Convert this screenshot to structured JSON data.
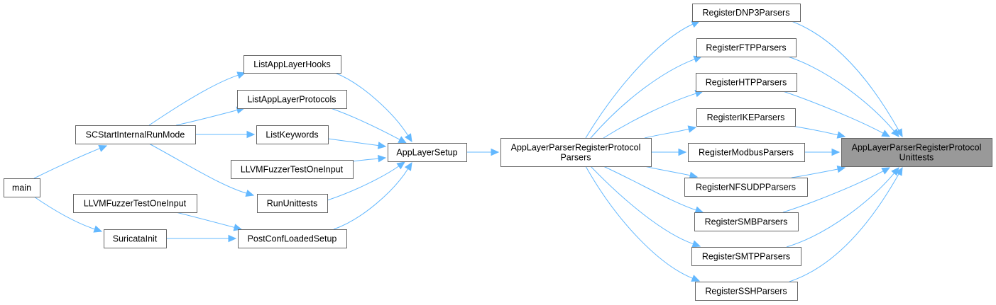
{
  "graph": {
    "title": "Caller graph",
    "edge_color": "#63b8ff",
    "node_border_color": "#666666",
    "target_fill_color": "#999999",
    "nodes": [
      {
        "id": "main",
        "lines": [
          "main"
        ]
      },
      {
        "id": "SCStartInternalRunMode",
        "lines": [
          "SCStartInternalRunMode"
        ]
      },
      {
        "id": "LLVMFuzzerTestOneInput_1",
        "lines": [
          "LLVMFuzzerTestOneInput"
        ]
      },
      {
        "id": "SuricataInit",
        "lines": [
          "SuricataInit"
        ]
      },
      {
        "id": "ListAppLayerHooks",
        "lines": [
          "ListAppLayerHooks"
        ]
      },
      {
        "id": "ListAppLayerProtocols",
        "lines": [
          "ListAppLayerProtocols"
        ]
      },
      {
        "id": "ListKeywords",
        "lines": [
          "ListKeywords"
        ]
      },
      {
        "id": "LLVMFuzzerTestOneInput_2",
        "lines": [
          "LLVMFuzzerTestOneInput"
        ]
      },
      {
        "id": "RunUnittests",
        "lines": [
          "RunUnittests"
        ]
      },
      {
        "id": "PostConfLoadedSetup",
        "lines": [
          "PostConfLoadedSetup"
        ]
      },
      {
        "id": "AppLayerSetup",
        "lines": [
          "AppLayerSetup"
        ]
      },
      {
        "id": "AppLayerParserRegisterProtocolParsers",
        "lines": [
          "AppLayerParserRegisterProtocol",
          "Parsers"
        ]
      },
      {
        "id": "RegisterDNP3Parsers",
        "lines": [
          "RegisterDNP3Parsers"
        ]
      },
      {
        "id": "RegisterFTPParsers",
        "lines": [
          "RegisterFTPParsers"
        ]
      },
      {
        "id": "RegisterHTPParsers",
        "lines": [
          "RegisterHTPParsers"
        ]
      },
      {
        "id": "RegisterIKEParsers",
        "lines": [
          "RegisterIKEParsers"
        ]
      },
      {
        "id": "RegisterModbusParsers",
        "lines": [
          "RegisterModbusParsers"
        ]
      },
      {
        "id": "RegisterNFSUDPParsers",
        "lines": [
          "RegisterNFSUDPParsers"
        ]
      },
      {
        "id": "RegisterSMBParsers",
        "lines": [
          "RegisterSMBParsers"
        ]
      },
      {
        "id": "RegisterSMTPParsers",
        "lines": [
          "RegisterSMTPParsers"
        ]
      },
      {
        "id": "RegisterSSHParsers",
        "lines": [
          "RegisterSSHParsers"
        ]
      },
      {
        "id": "AppLayerParserRegisterProtocolUnittests",
        "lines": [
          "AppLayerParserRegisterProtocol",
          "Unittests"
        ],
        "target": true
      }
    ],
    "edges": [
      {
        "from": "main",
        "to": "SCStartInternalRunMode"
      },
      {
        "from": "main",
        "to": "SuricataInit"
      },
      {
        "from": "SCStartInternalRunMode",
        "to": "ListAppLayerHooks"
      },
      {
        "from": "SCStartInternalRunMode",
        "to": "ListAppLayerProtocols"
      },
      {
        "from": "SCStartInternalRunMode",
        "to": "ListKeywords"
      },
      {
        "from": "SCStartInternalRunMode",
        "to": "RunUnittests"
      },
      {
        "from": "LLVMFuzzerTestOneInput_1",
        "to": "PostConfLoadedSetup"
      },
      {
        "from": "SuricataInit",
        "to": "PostConfLoadedSetup"
      },
      {
        "from": "ListAppLayerHooks",
        "to": "AppLayerSetup"
      },
      {
        "from": "ListAppLayerProtocols",
        "to": "AppLayerSetup"
      },
      {
        "from": "ListKeywords",
        "to": "AppLayerSetup"
      },
      {
        "from": "LLVMFuzzerTestOneInput_2",
        "to": "AppLayerSetup"
      },
      {
        "from": "RunUnittests",
        "to": "AppLayerSetup"
      },
      {
        "from": "PostConfLoadedSetup",
        "to": "AppLayerSetup"
      },
      {
        "from": "AppLayerSetup",
        "to": "AppLayerParserRegisterProtocolParsers"
      },
      {
        "from": "AppLayerParserRegisterProtocolParsers",
        "to": "RegisterDNP3Parsers"
      },
      {
        "from": "AppLayerParserRegisterProtocolParsers",
        "to": "RegisterFTPParsers"
      },
      {
        "from": "AppLayerParserRegisterProtocolParsers",
        "to": "RegisterHTPParsers"
      },
      {
        "from": "AppLayerParserRegisterProtocolParsers",
        "to": "RegisterIKEParsers"
      },
      {
        "from": "AppLayerParserRegisterProtocolParsers",
        "to": "RegisterModbusParsers"
      },
      {
        "from": "AppLayerParserRegisterProtocolParsers",
        "to": "RegisterNFSUDPParsers"
      },
      {
        "from": "AppLayerParserRegisterProtocolParsers",
        "to": "RegisterSMBParsers"
      },
      {
        "from": "AppLayerParserRegisterProtocolParsers",
        "to": "RegisterSMTPParsers"
      },
      {
        "from": "AppLayerParserRegisterProtocolParsers",
        "to": "RegisterSSHParsers"
      },
      {
        "from": "RegisterDNP3Parsers",
        "to": "AppLayerParserRegisterProtocolUnittests"
      },
      {
        "from": "RegisterFTPParsers",
        "to": "AppLayerParserRegisterProtocolUnittests"
      },
      {
        "from": "RegisterHTPParsers",
        "to": "AppLayerParserRegisterProtocolUnittests"
      },
      {
        "from": "RegisterIKEParsers",
        "to": "AppLayerParserRegisterProtocolUnittests"
      },
      {
        "from": "RegisterModbusParsers",
        "to": "AppLayerParserRegisterProtocolUnittests"
      },
      {
        "from": "RegisterNFSUDPParsers",
        "to": "AppLayerParserRegisterProtocolUnittests"
      },
      {
        "from": "RegisterSMBParsers",
        "to": "AppLayerParserRegisterProtocolUnittests"
      },
      {
        "from": "RegisterSMTPParsers",
        "to": "AppLayerParserRegisterProtocolUnittests"
      },
      {
        "from": "RegisterSSHParsers",
        "to": "AppLayerParserRegisterProtocolUnittests"
      }
    ]
  }
}
